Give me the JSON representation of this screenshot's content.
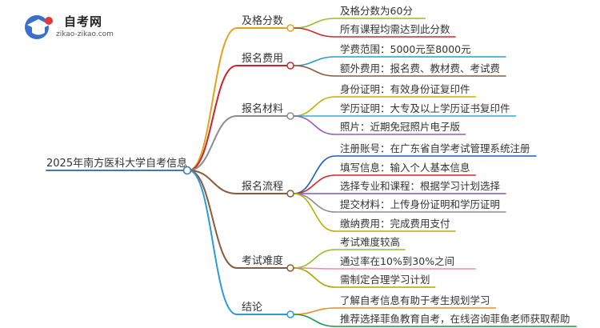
{
  "logo": {
    "title": "自考网",
    "subtitle": "zikao-zikao.com",
    "colors": {
      "cap_blue": "#3a6fd0",
      "cap_red": "#e23a3a"
    }
  },
  "mindmap": {
    "root": {
      "label": "2025年南方医科大学自考信息",
      "color": "#3b7db0"
    },
    "branches": [
      {
        "id": "passing-score",
        "label": "及格分数",
        "color": "#e0a41c",
        "items": [
          {
            "label": "及格分数为60分",
            "color": "#8fbf2f"
          },
          {
            "label": "所有课程均需达到此分数",
            "color": "#d2282b"
          }
        ]
      },
      {
        "id": "fees",
        "label": "报名费用",
        "color": "#c8262c",
        "items": [
          {
            "label": "学费范围：5000元至8000元",
            "color": "#2a9bd6"
          },
          {
            "label": "额外费用：报名费、教材费、考试费",
            "color": "#8a5a3a"
          }
        ]
      },
      {
        "id": "materials",
        "label": "报名材料",
        "color": "#8c8c8c",
        "items": [
          {
            "label": "身份证明：有效身份证复印件",
            "color": "#c7b000"
          },
          {
            "label": "学历证明：大专及以上学历证书复印件",
            "color": "#2ab0c8"
          },
          {
            "label": "照片：近期免冠照片电子版",
            "color": "#9b59b6"
          }
        ]
      },
      {
        "id": "process",
        "label": "报名流程",
        "color": "#8a5a3a",
        "items": [
          {
            "label": "注册账号：在广东省自学考试管理系统注册",
            "color": "#1d5fb8"
          },
          {
            "label": "填写信息：输入个人基本信息",
            "color": "#d2282b"
          },
          {
            "label": "选择专业和课程：根据学习计划选择",
            "color": "#7a55c8"
          },
          {
            "label": "提交材料：上传身份证明和学历证明",
            "color": "#8c8c8c"
          },
          {
            "label": "缴纳费用：完成费用支付",
            "color": "#b8b000"
          }
        ]
      },
      {
        "id": "difficulty",
        "label": "考试难度",
        "color": "#8a5a3a",
        "items": [
          {
            "label": "考试难度较高",
            "color": "#8fbf2f"
          },
          {
            "label": "通过率在10%到30%之间",
            "color": "#f08aa8"
          },
          {
            "label": "需制定合理学习计划",
            "color": "#b8a000"
          }
        ]
      },
      {
        "id": "conclusion",
        "label": "结论",
        "color": "#2a9bd6",
        "items": [
          {
            "label": "了解自考信息有助于考生规划学习",
            "color": "#f08a1c"
          },
          {
            "label": "推荐选择菲鱼教育自考，在线咨询菲鱼老师获取帮助",
            "color": "#1d9a4a"
          }
        ]
      }
    ]
  }
}
